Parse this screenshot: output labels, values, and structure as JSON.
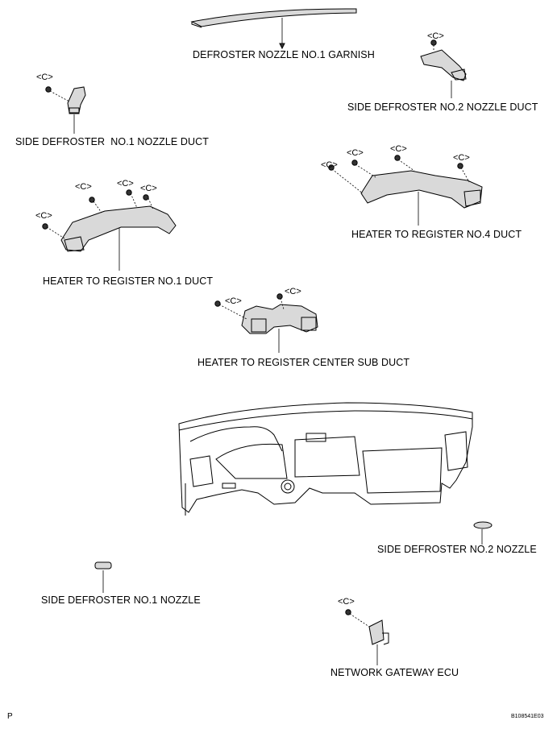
{
  "labels": {
    "garnish": "DEFROSTER NOZZLE NO.1 GARNISH",
    "side_def_no2_duct": "SIDE DEFROSTER NO.2 NOZZLE DUCT",
    "side_def_no1_duct": "SIDE DEFROSTER  NO.1 NOZZLE DUCT",
    "heater_no4_duct": "HEATER TO REGISTER NO.4 DUCT",
    "heater_no1_duct": "HEATER TO REGISTER NO.1 DUCT",
    "heater_center_sub_duct": "HEATER TO REGISTER CENTER SUB DUCT",
    "side_def_no2_nozzle": "SIDE DEFROSTER NO.2 NOZZLE",
    "side_def_no1_nozzle": "SIDE DEFROSTER NO.1 NOZZLE",
    "gateway_ecu": "NETWORK GATEWAY ECU"
  },
  "clip_mark": "<C>",
  "corner_letter": "P",
  "figure_code": "B108541E03",
  "icons": [
    "screw-icon",
    "garnish-part",
    "duct-part",
    "instrument-panel",
    "nozzle-part",
    "ecu-part"
  ]
}
